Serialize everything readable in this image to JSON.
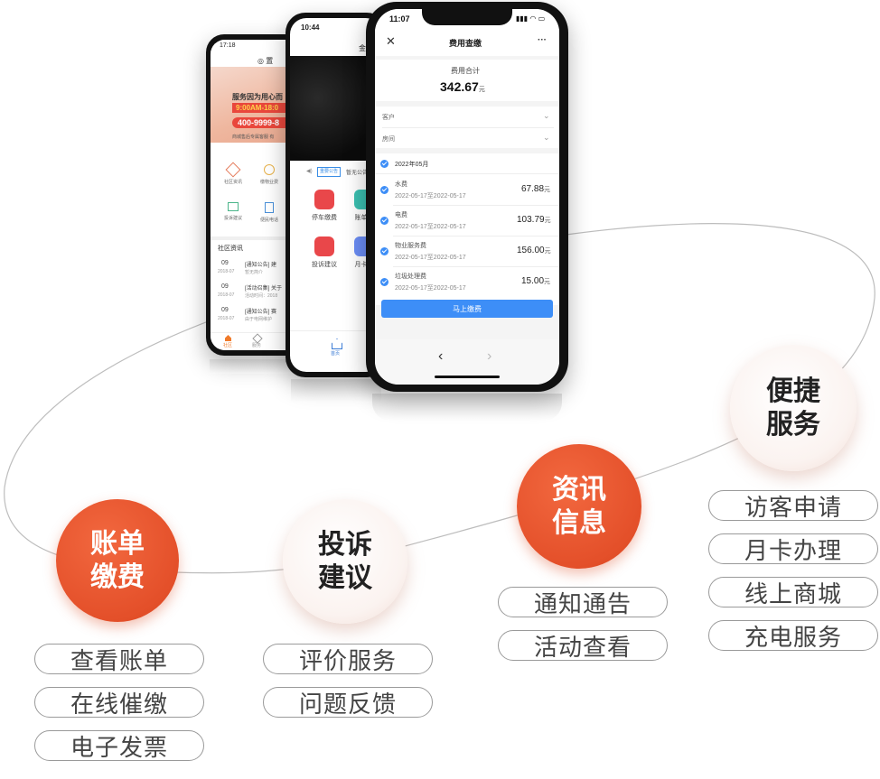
{
  "front_phone": {
    "time": "11:07",
    "title": "费用查缴",
    "more": "···",
    "total_label": "费用合计",
    "total_value": "342.67",
    "total_unit": "元",
    "customer_label": "客户",
    "room_label": "房间",
    "month": "2022年05月",
    "items": [
      {
        "name": "水费",
        "range": "2022-05-17至2022-05-17",
        "amount": "67.88",
        "unit": "元"
      },
      {
        "name": "电费",
        "range": "2022-05-17至2022-05-17",
        "amount": "103.79",
        "unit": "元"
      },
      {
        "name": "物业服务费",
        "range": "2022-05-17至2022-05-17",
        "amount": "156.00",
        "unit": "元"
      },
      {
        "name": "垃圾处理费",
        "range": "2022-05-17至2022-05-17",
        "amount": "15.00",
        "unit": "元"
      }
    ],
    "pay_button": "马上缴费",
    "back": "‹",
    "forward": "›"
  },
  "middle_phone": {
    "time": "10:44",
    "title_fragment": "金",
    "notice_tag": "重要公告",
    "notice_text": "暂无公告",
    "grid": [
      {
        "label": "停车缴费",
        "color": "#e9474a"
      },
      {
        "label": "账单查",
        "color": "#3bbfb0"
      },
      {
        "label": "投诉建议",
        "color": "#e9474a"
      },
      {
        "label": "月卡续",
        "color": "#6b8df5"
      }
    ],
    "home_label": "首页"
  },
  "back_phone": {
    "time": "17:18",
    "location": "置",
    "banner_title": "服务因为用心而",
    "banner_hours": "9:00AM-18:0",
    "banner_phone": "400-9999-8",
    "banner_sub": "商城售后专属客服  有",
    "icons": [
      "社区资讯",
      "缴物业费",
      "投诉建议",
      "便民电话"
    ],
    "news_title": "社区资讯",
    "news": [
      {
        "day": "09",
        "date": "2018-07",
        "title": "[通知公告] 建",
        "sub": "暂无简介"
      },
      {
        "day": "09",
        "date": "2018-07",
        "title": "[活动召集] 关于",
        "sub": "活动时间：2018"
      },
      {
        "day": "09",
        "date": "2018-07",
        "title": "[通知公告] 赛",
        "sub": "由于电网维护"
      }
    ],
    "tabs": [
      "社区",
      "服务"
    ]
  },
  "nodes": [
    {
      "label": "账单\n缴费",
      "style": "orange",
      "items": [
        "查看账单",
        "在线催缴",
        "电子发票"
      ]
    },
    {
      "label": "投诉\n建议",
      "style": "white",
      "items": [
        "评价服务",
        "问题反馈"
      ]
    },
    {
      "label": "资讯\n信息",
      "style": "orange",
      "items": [
        "通知通告",
        "活动查看"
      ]
    },
    {
      "label": "便捷\n服务",
      "style": "white",
      "items": [
        "访客申请",
        "月卡办理",
        "线上商城",
        "充电服务"
      ]
    }
  ]
}
